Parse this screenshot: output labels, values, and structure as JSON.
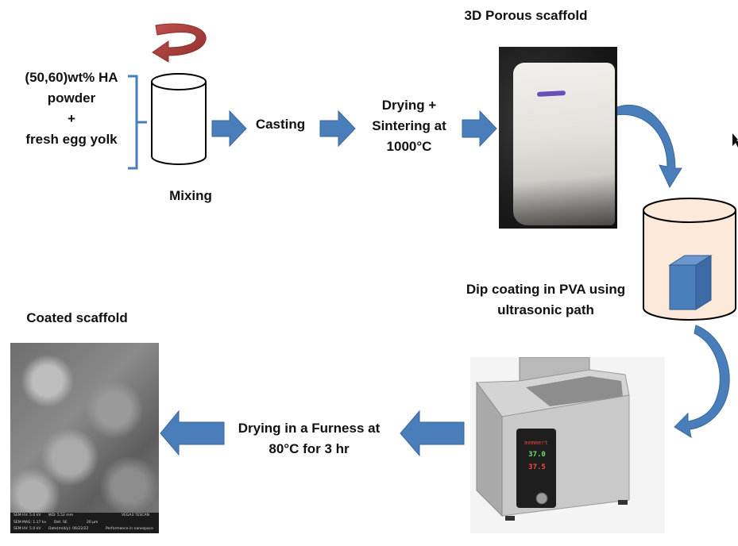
{
  "diagram": {
    "title": "Scaffold fabrication and coating process",
    "colors": {
      "arrow_blue": "#4a7ebb",
      "arrow_blue_dark": "#3a679c",
      "stir_arrow_red": "#b5443f",
      "beaker_fill": "#fde9d9",
      "cube_blue": "#4a7ebb",
      "text": "#111111"
    },
    "ingredients": {
      "line1": "(50,60)wt% HA",
      "line2": "powder",
      "line3": "+",
      "line4": "fresh egg yolk"
    },
    "steps": {
      "mixing": "Mixing",
      "casting": "Casting",
      "drying_sintering": {
        "line1": "Drying +",
        "line2": "Sintering at",
        "line3": "1000°C"
      },
      "porous_scaffold": "3D Porous scaffold",
      "dip_coating": {
        "line1": "Dip coating in PVA using",
        "line2": "ultrasonic path"
      },
      "furnace_drying": {
        "line1": "Drying  in a Furness at",
        "line2": "80°C for 3 hr"
      },
      "coated_scaffold": "Coated scaffold"
    },
    "bath_display": {
      "brand": "memmert",
      "set_value": "37.0",
      "actual_value": "37.5",
      "unit": "°C"
    },
    "sem_info": {
      "row1": [
        "SEM HV: 5.0 kV",
        "WD: 5.52 mm",
        "",
        "VEGA3 TESCAN"
      ],
      "row2": [
        "SEM MAG: 1.17 kx",
        "Det: SE",
        "20 µm",
        ""
      ],
      "row3": [
        "SEM HV: 5.0 kV",
        "Date(m/d/y): 06/22/22",
        "",
        "Performance in nanospace"
      ]
    }
  }
}
